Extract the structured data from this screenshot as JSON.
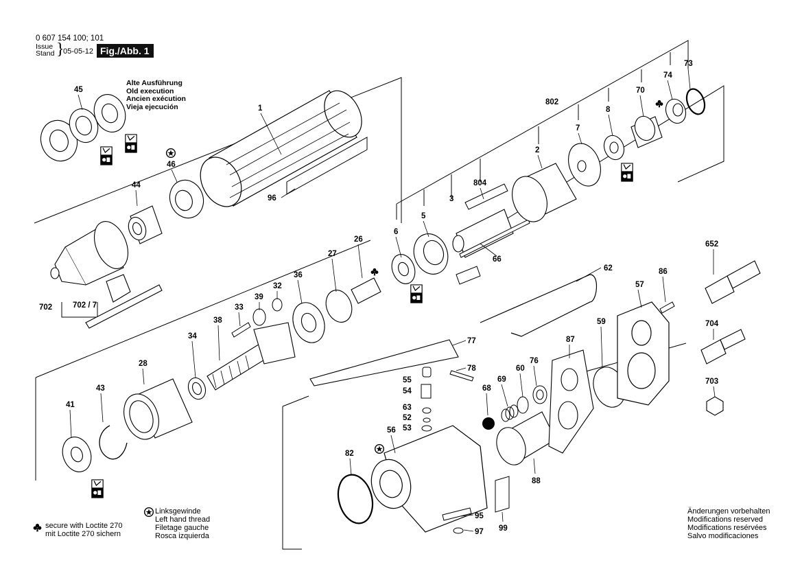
{
  "header": {
    "doc_number": "0 607 154 100; 101",
    "issue_label": "Issue",
    "stand_label": "Stand",
    "issue_date": "05-05-12",
    "figure_label": "Fig./Abb. 1"
  },
  "old_execution": [
    "Alte Ausführung",
    "Old execution",
    "Ancien exécution",
    "Vieja ejecución"
  ],
  "footer_left": {
    "loctite_lines": [
      "secure with Loctite 270",
      "mit Loctite 270 sichern"
    ]
  },
  "footer_mid": {
    "left_thread_lines": [
      "Linksgewinde",
      "Left hand thread",
      "Filetage gauche",
      "Rosca izquierda"
    ]
  },
  "footer_right": {
    "modification_lines": [
      "Änderungen vorbehalten",
      "Modifications reserved",
      "Modifications resérvées",
      "Salvo modificaciones"
    ]
  },
  "callouts": {
    "c1": "1",
    "c2": "2",
    "c3": "3",
    "c5": "5",
    "c6": "6",
    "c7": "7",
    "c8": "8",
    "c26": "26",
    "c27": "27",
    "c28": "28",
    "c32": "32",
    "c33": "33",
    "c34": "34",
    "c36": "36",
    "c38": "38",
    "c39": "39",
    "c41": "41",
    "c43": "43",
    "c44": "44",
    "c45": "45",
    "c46": "46",
    "c52": "52",
    "c53": "53",
    "c54": "54",
    "c55": "55",
    "c56": "56",
    "c57": "57",
    "c59": "59",
    "c60": "60",
    "c62": "62",
    "c63": "63",
    "c66": "66",
    "c68": "68",
    "c69": "69",
    "c70": "70",
    "c73": "73",
    "c74": "74",
    "c76": "76",
    "c77": "77",
    "c78": "78",
    "c82": "82",
    "c86": "86",
    "c87": "87",
    "c88": "88",
    "c95": "95",
    "c96": "96",
    "c97": "97",
    "c99": "99",
    "c652": "652",
    "c702": "702",
    "c702_7": "702 / 7",
    "c703": "703",
    "c704": "704",
    "c802": "802",
    "c804": "804"
  },
  "icons": {
    "loctite": "club-icon",
    "left_thread": "star-circle-icon",
    "lubrication": "grease-symbol-icon"
  }
}
